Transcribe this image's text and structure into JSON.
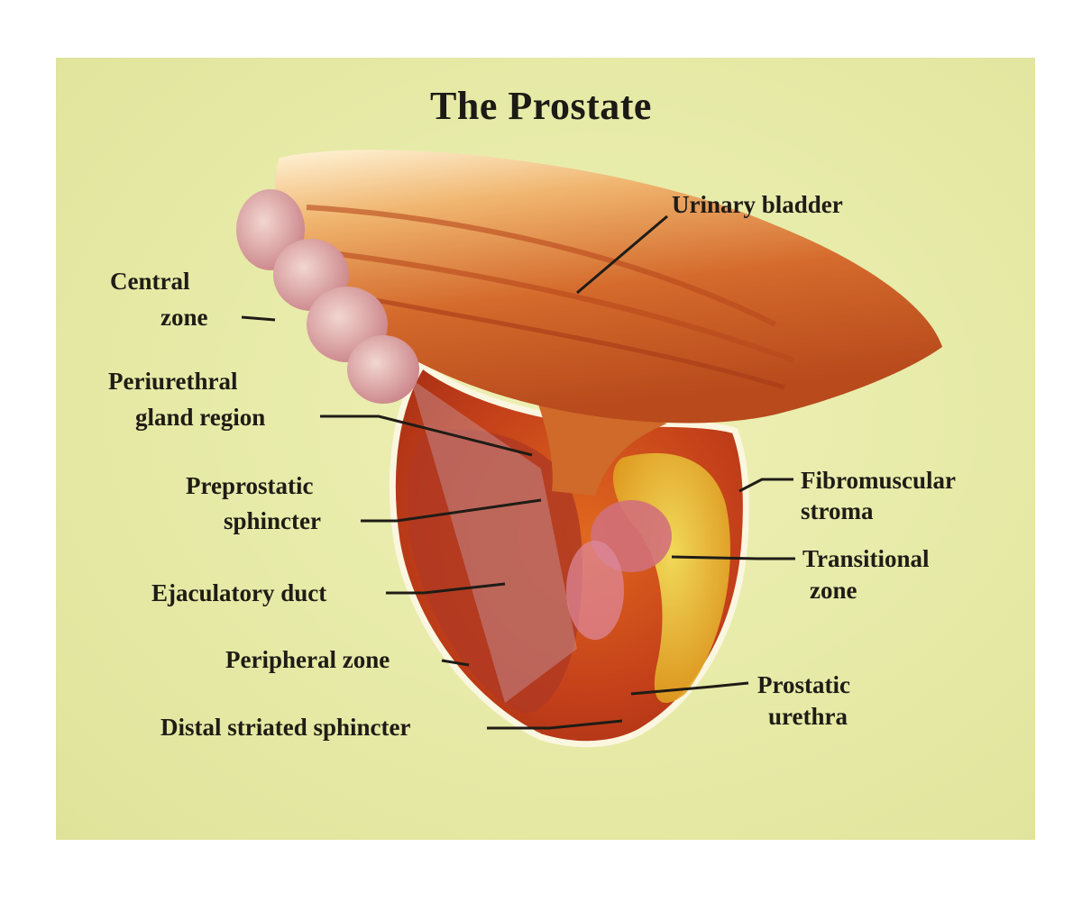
{
  "diagram": {
    "title": "The Prostate",
    "labels": {
      "urinary_bladder": "Urinary bladder",
      "central_zone_1": "Central",
      "central_zone_2": "zone",
      "periurethral_1": "Periurethral",
      "periurethral_2": "gland region",
      "preprostatic_1": "Preprostatic",
      "preprostatic_2": "sphincter",
      "ejaculatory_duct": "Ejaculatory duct",
      "peripheral_zone": "Peripheral zone",
      "distal_sphincter": "Distal striated sphincter",
      "fibromuscular_1": "Fibromuscular",
      "fibromuscular_2": "stroma",
      "transitional_1": "Transitional",
      "transitional_2": "zone",
      "prostatic_urethra_1": "Prostatic",
      "prostatic_urethra_2": "urethra"
    }
  },
  "colors": {
    "background": "#e6eaa6",
    "bladder": "#d7722e",
    "prostate": "#c8461c",
    "transitional_zone": "#e8d028",
    "seminal": "#dca0a4"
  }
}
